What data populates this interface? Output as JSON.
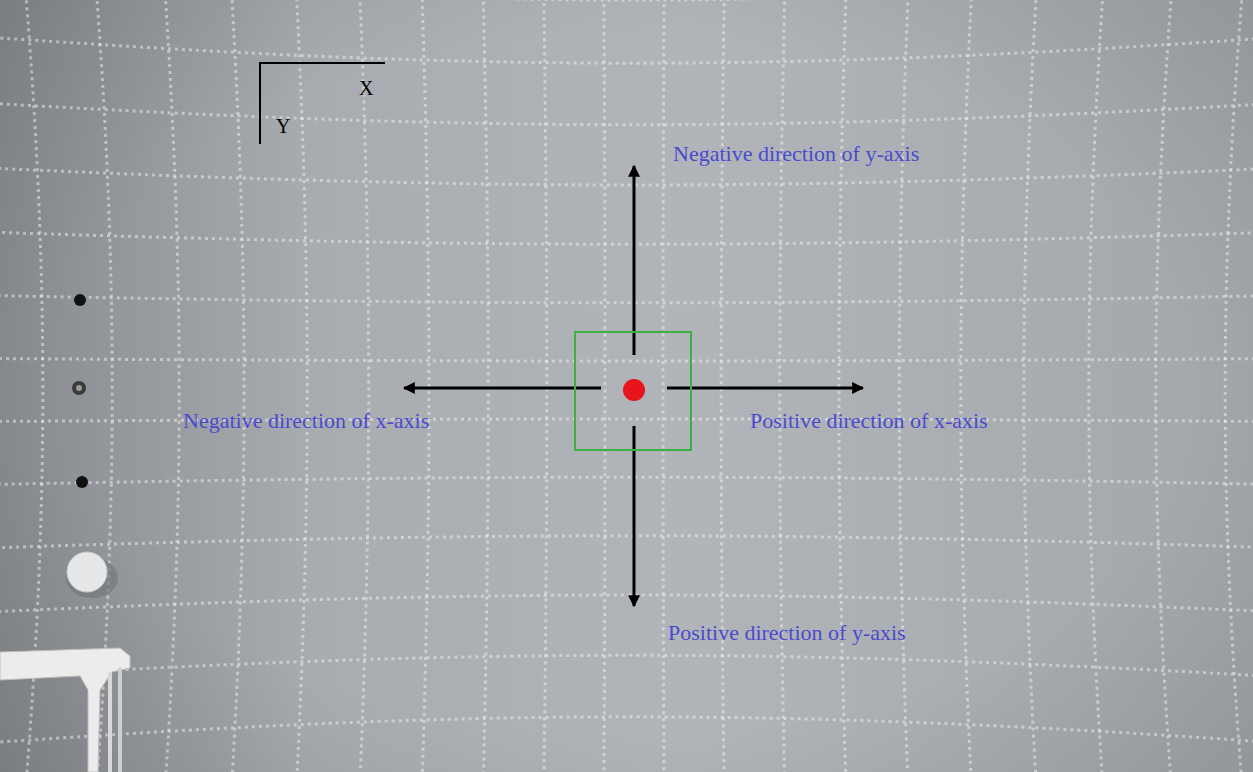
{
  "diagram": {
    "labels": [
      "X",
      "Y",
      "Negative direction of y-axis",
      "Negative direction of x-axis",
      "Positive direction of x-axis",
      "Positive direction of y-axis"
    ]
  }
}
